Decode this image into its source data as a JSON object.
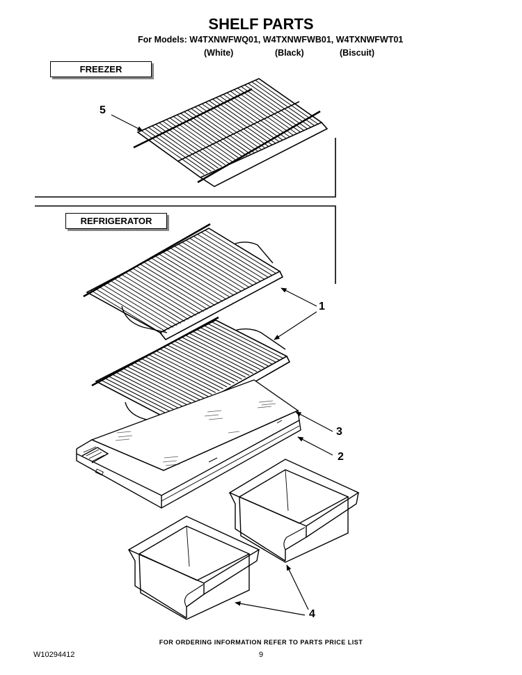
{
  "header": {
    "title": "SHELF PARTS",
    "models_line": "For Models: W4TXNWFWQ01, W4TXNWFWB01, W4TXNWFWT01",
    "variants": [
      "(White)",
      "(Black)",
      "(Biscuit)"
    ]
  },
  "sections": {
    "freezer": "FREEZER",
    "refrigerator": "REFRIGERATOR"
  },
  "callouts": [
    "5",
    "1",
    "3",
    "2",
    "4"
  ],
  "footer": {
    "note": "FOR ORDERING INFORMATION REFER TO PARTS PRICE LIST",
    "doc_number": "W10294412",
    "page_number": "9"
  }
}
